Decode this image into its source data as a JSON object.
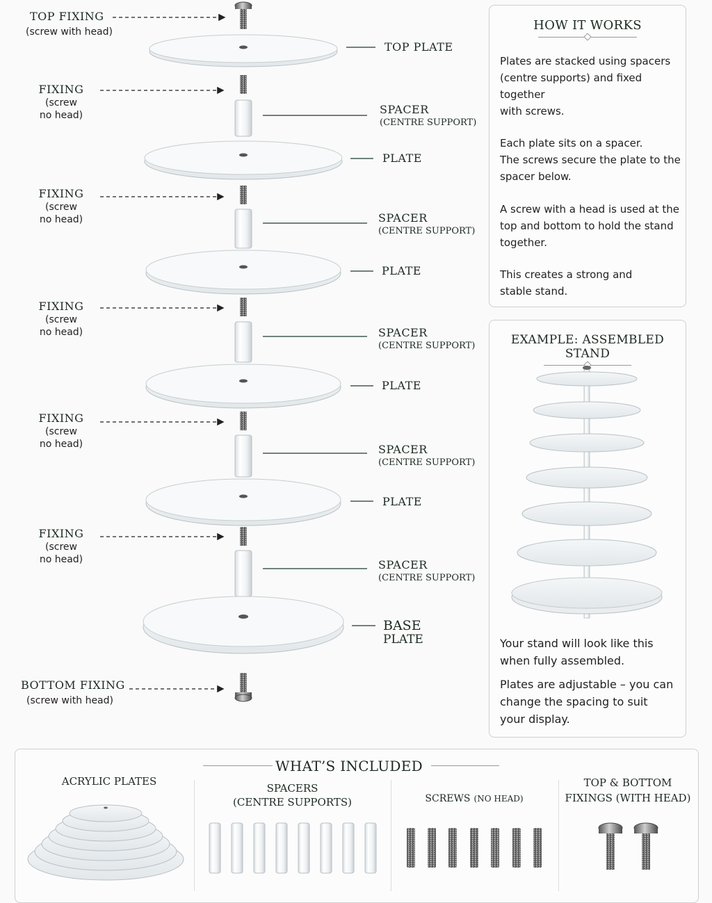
{
  "diagram": {
    "top_fixing": {
      "title": "TOP FIXING",
      "sub": "(screw with head)"
    },
    "top_plate": "TOP PLATE",
    "fixing": {
      "title": "FIXING",
      "sub1": "(screw",
      "sub2": "no head)"
    },
    "spacer": {
      "title": "SPACER",
      "sub": "(CENTRE SUPPORT)"
    },
    "plate": "PLATE",
    "base_plate": {
      "line1": "BASE",
      "line2": "PLATE"
    },
    "bottom_fixing": {
      "title": "BOTTOM FIXING",
      "sub": "(screw with head)"
    }
  },
  "how_it_works": {
    "title": "HOW IT WORKS",
    "p1": [
      "Plates are stacked using spacers",
      "(centre supports) and fixed together",
      "with screws."
    ],
    "p2": [
      "Each plate sits on a spacer.",
      "The screws secure the plate to the",
      "spacer below."
    ],
    "p3": [
      "A screw with a head is used at the",
      "top and bottom to hold the stand",
      "together."
    ],
    "p4": [
      "This creates a strong and",
      "stable stand."
    ]
  },
  "example": {
    "title": "EXAMPLE: ASSEMBLED STAND",
    "p1": [
      "Your stand will look like this",
      "when fully assembled."
    ],
    "p2": [
      "Plates are adjustable – you can",
      "change the spacing to suit",
      "your display."
    ]
  },
  "included": {
    "title": "WHAT’S INCLUDED",
    "plates": {
      "title": "ACRYLIC PLATES"
    },
    "spacers": {
      "title1": "SPACERS",
      "title2": "(CENTRE SUPPORTS)"
    },
    "screws": {
      "title_main": "SCREWS",
      "title_small": "(NO HEAD)"
    },
    "fixings": {
      "title1": "TOP & BOTTOM",
      "title2": "FIXINGS (WITH HEAD)"
    }
  },
  "colors": {
    "accent": "#1f3a2e",
    "line": "#2a2a2a"
  }
}
